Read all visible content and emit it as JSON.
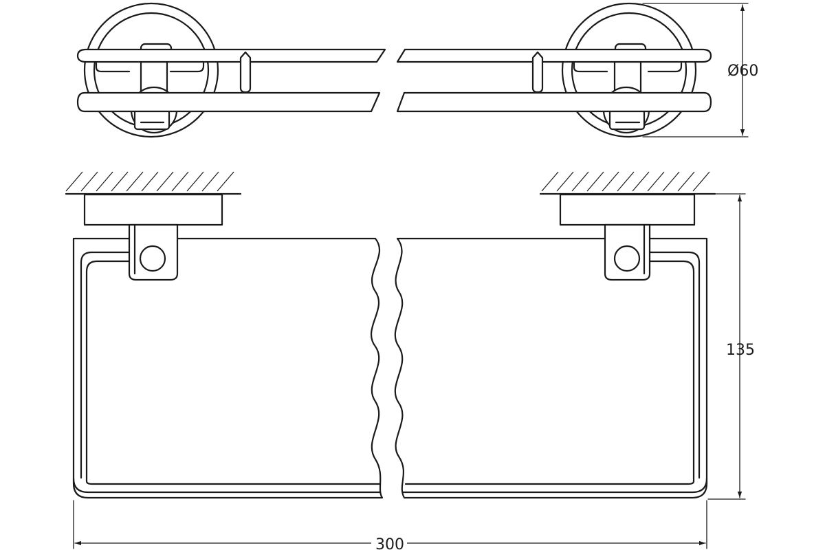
{
  "drawing": {
    "dimensions": {
      "diameter": "Ø60",
      "depth": "135",
      "width": "300"
    }
  }
}
